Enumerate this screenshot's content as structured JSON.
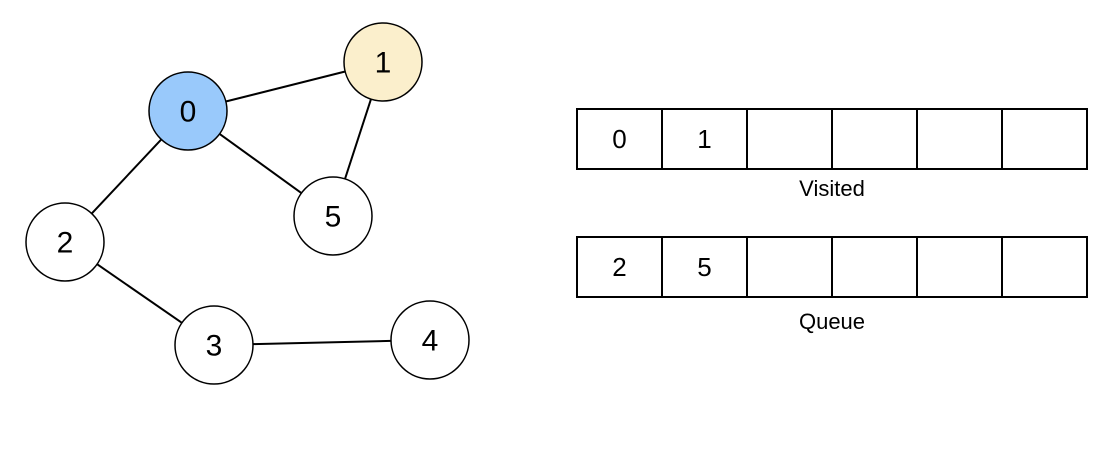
{
  "graph": {
    "nodes": [
      {
        "id": "0",
        "label": "0",
        "state": "current",
        "fill": "#99c9fb"
      },
      {
        "id": "1",
        "label": "1",
        "state": "visited",
        "fill": "#fbefcc"
      },
      {
        "id": "2",
        "label": "2",
        "state": "default",
        "fill": "#ffffff"
      },
      {
        "id": "3",
        "label": "3",
        "state": "default",
        "fill": "#ffffff"
      },
      {
        "id": "4",
        "label": "4",
        "state": "default",
        "fill": "#ffffff"
      },
      {
        "id": "5",
        "label": "5",
        "state": "default",
        "fill": "#ffffff"
      }
    ],
    "edges": [
      [
        "0",
        "1"
      ],
      [
        "0",
        "5"
      ],
      [
        "0",
        "2"
      ],
      [
        "1",
        "5"
      ],
      [
        "2",
        "3"
      ],
      [
        "3",
        "4"
      ]
    ]
  },
  "visited": {
    "caption": "Visited",
    "cells": [
      "0",
      "1",
      "",
      "",
      "",
      ""
    ]
  },
  "queue": {
    "caption": "Queue",
    "cells": [
      "2",
      "5",
      "",
      "",
      "",
      ""
    ]
  },
  "colors": {
    "current_node": "#99c9fb",
    "visited_node": "#fbefcc",
    "stroke": "#000000"
  }
}
